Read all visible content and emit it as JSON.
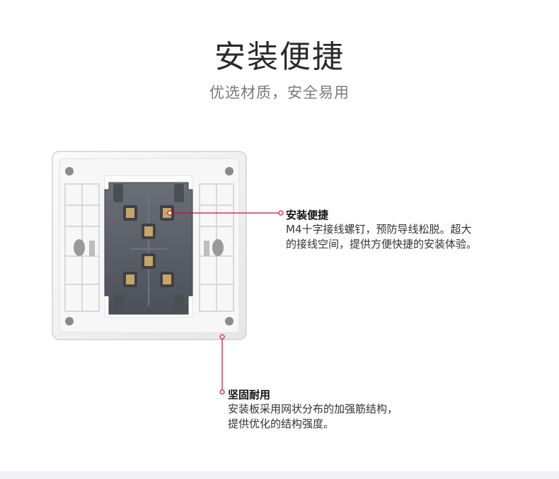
{
  "header": {
    "title": "安装便捷",
    "subtitle": "优选材质，安全易用"
  },
  "callouts": [
    {
      "heading": "安装便捷",
      "lines": [
        "M4十字接线螺钉，预防导线松脱。超大",
        "的接线空间，提供方便快捷的安装体验。"
      ]
    },
    {
      "heading": "坚固耐用",
      "lines": [
        "安装板采用网状分布的加强筋结构，",
        "提供优化的结构强度。"
      ]
    }
  ],
  "colors": {
    "accent": "#c8102e",
    "frame": "#f4f4f4",
    "core": "#5a5e66"
  },
  "icons": [
    "screw-terminal-icon"
  ]
}
